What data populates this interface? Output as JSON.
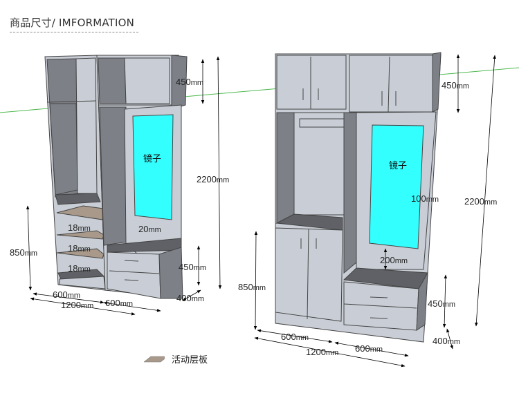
{
  "header": {
    "title": "商品尺寸/ IMFORMATION"
  },
  "colors": {
    "panel_light": "#c9ced6",
    "panel_dark": "#7d8087",
    "mirror": "#33ffff",
    "shelf": "#a8998a",
    "top_dark": "#5f6166",
    "guide_line": "#4cb84c"
  },
  "left_cabinet": {
    "mirror_label": "镜子",
    "dims": {
      "top_height": "450",
      "total_height": "2200",
      "mirror_gap": "20",
      "shelf_gaps": [
        "18",
        "18",
        "18"
      ],
      "bench_height": "450",
      "lower_height": "850",
      "left_width": "600",
      "right_width": "600",
      "total_width": "1200",
      "depth": "400"
    }
  },
  "right_cabinet": {
    "mirror_label": "镜子",
    "dims": {
      "top_height": "450",
      "total_height": "2200",
      "mirror_side": "100",
      "mirror_gap": "200",
      "bench_height": "450",
      "lower_height": "850",
      "left_width": "600",
      "right_width": "600",
      "total_width": "1200",
      "depth": "400"
    }
  },
  "unit": "mm",
  "legend": {
    "label": "活动层板"
  }
}
